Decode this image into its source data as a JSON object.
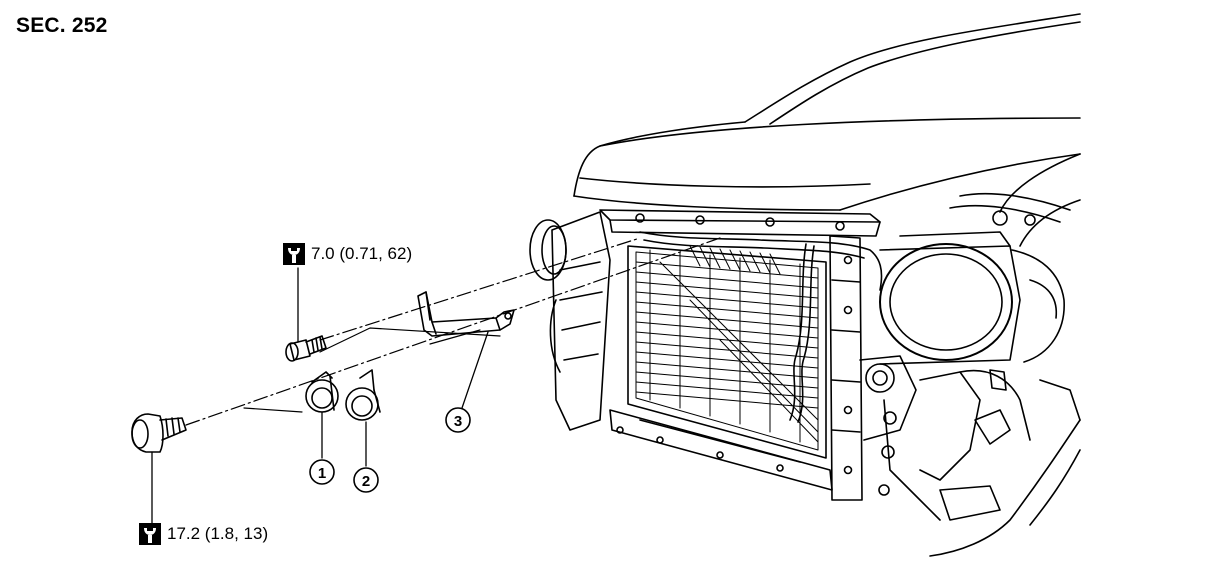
{
  "section": {
    "code": "SEC. 252"
  },
  "torque_specs": [
    {
      "value": "7.0 (0.71, 62)"
    },
    {
      "value": "17.2 (1.8, 13)"
    }
  ],
  "callouts": [
    "1",
    "2",
    "3"
  ],
  "icons": {
    "torque": "wrench-icon"
  }
}
